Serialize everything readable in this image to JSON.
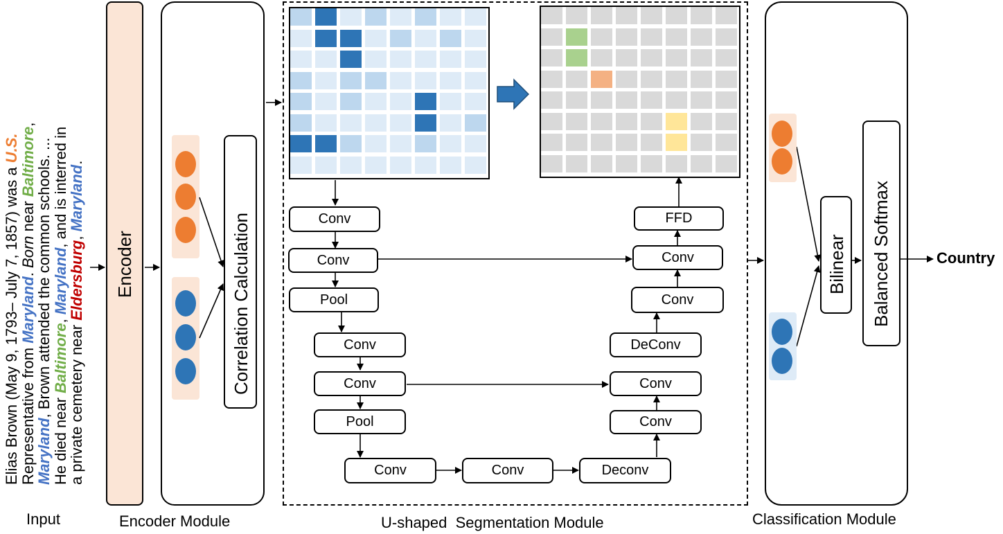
{
  "input_text": {
    "line1": [
      "Elias Brown (May 9, 1793– July 7, 1857) was a ",
      "U.S."
    ],
    "line2": [
      "Representative from ",
      "Maryland",
      ". ",
      "Born",
      " near ",
      "Baltimore",
      ","
    ],
    "line3": [
      "Maryland",
      ", Brown attended the common schools. ..."
    ],
    "line4": [
      "He died near ",
      "Baltimore",
      ", ",
      "Maryland",
      ", and is interred in"
    ],
    "line5": [
      "a private cemetery near ",
      "Eldersburg",
      ", ",
      "Maryland",
      "."
    ]
  },
  "labels": {
    "input": "Input",
    "encoder_module": "Encoder Module",
    "segmentation_module": "U-shaped  Segmentation Module",
    "classification_module": "Classification Module",
    "output": "Country"
  },
  "blocks": {
    "encoder": "Encoder",
    "correlation": "Correlation Calculation",
    "bilinear": "Bilinear",
    "balanced_softmax": "Balanced  Softmax"
  },
  "unet": {
    "conv1": "Conv",
    "conv2": "Conv",
    "pool1": "Pool",
    "conv3": "Conv",
    "conv4": "Conv",
    "pool2": "Pool",
    "conv5": "Conv",
    "conv6": "Conv",
    "deconv1": "Deconv",
    "conv7": "Conv",
    "conv8": "Conv",
    "deconv2": "DeConv",
    "conv9": "Conv",
    "conv10": "Conv",
    "ffd": "FFD"
  },
  "colors": {
    "entity_orange": "#ED7D31",
    "entity_blue": "#2E75B6",
    "text_green": "#70AD47",
    "text_blue": "#4472C4",
    "text_red": "#C00000",
    "encoder_fill": "#FBE5D6",
    "matrix_dark": "#2E75B6",
    "matrix_mid": "#BDD7EE",
    "matrix_light": "#DEEBF7",
    "grid_gray": "#D9D9D9",
    "cell_green": "#A9D18E",
    "cell_orange": "#F4B183",
    "cell_yellow": "#FFE699"
  }
}
